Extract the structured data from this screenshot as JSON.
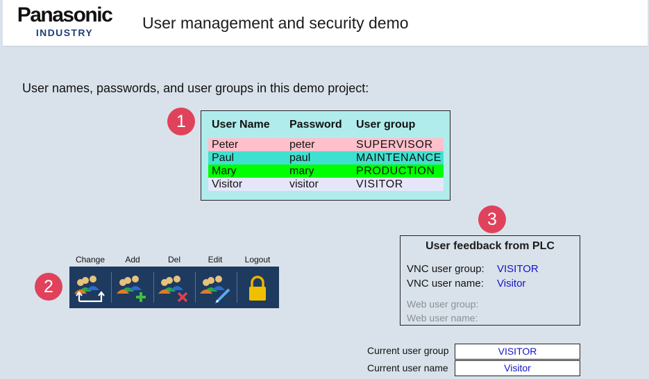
{
  "header": {
    "logo_brand": "Panasonic",
    "logo_sub": "INDUSTRY",
    "title": "User management and security demo"
  },
  "intro_text": "User names, passwords, and user groups in this demo project:",
  "badges": [
    "1",
    "2",
    "3"
  ],
  "users_table": {
    "columns": [
      "User Name",
      "Password",
      "User group"
    ],
    "rows": [
      {
        "name": "Peter",
        "password": "peter",
        "group": "SUPERVISOR",
        "color": "#ffc0cb"
      },
      {
        "name": "Paul",
        "password": "paul",
        "group": "MAINTENANCE",
        "color": "#40e0d0"
      },
      {
        "name": "Mary",
        "password": "mary",
        "group": "PRODUCTION",
        "color": "#00ff00"
      },
      {
        "name": "Visitor",
        "password": "visitor",
        "group": "VISITOR",
        "color": "#e6e6fa"
      }
    ]
  },
  "toolbar": {
    "buttons": [
      {
        "label": "Change",
        "icon": "change-user-icon"
      },
      {
        "label": "Add",
        "icon": "add-user-icon"
      },
      {
        "label": "Del",
        "icon": "delete-user-icon"
      },
      {
        "label": "Edit",
        "icon": "edit-user-icon"
      },
      {
        "label": "Logout",
        "icon": "lock-icon"
      }
    ]
  },
  "feedback": {
    "title": "User feedback from PLC",
    "vnc_group_label": "VNC user group:",
    "vnc_group_value": "VISITOR",
    "vnc_name_label": "VNC user name:",
    "vnc_name_value": "Visitor",
    "web_group_label": "Web user group:",
    "web_group_value": "",
    "web_name_label": "Web user name:",
    "web_name_value": ""
  },
  "current": {
    "group_label": "Current user group",
    "group_value": "VISITOR",
    "name_label": "Current user name",
    "name_value": "Visitor"
  },
  "colors": {
    "background": "#d9e2ea",
    "table_bg": "#b0ecec",
    "toolbar_bg": "#1e3a5f",
    "badge": "#e0425b",
    "value_text": "#1414c8"
  }
}
